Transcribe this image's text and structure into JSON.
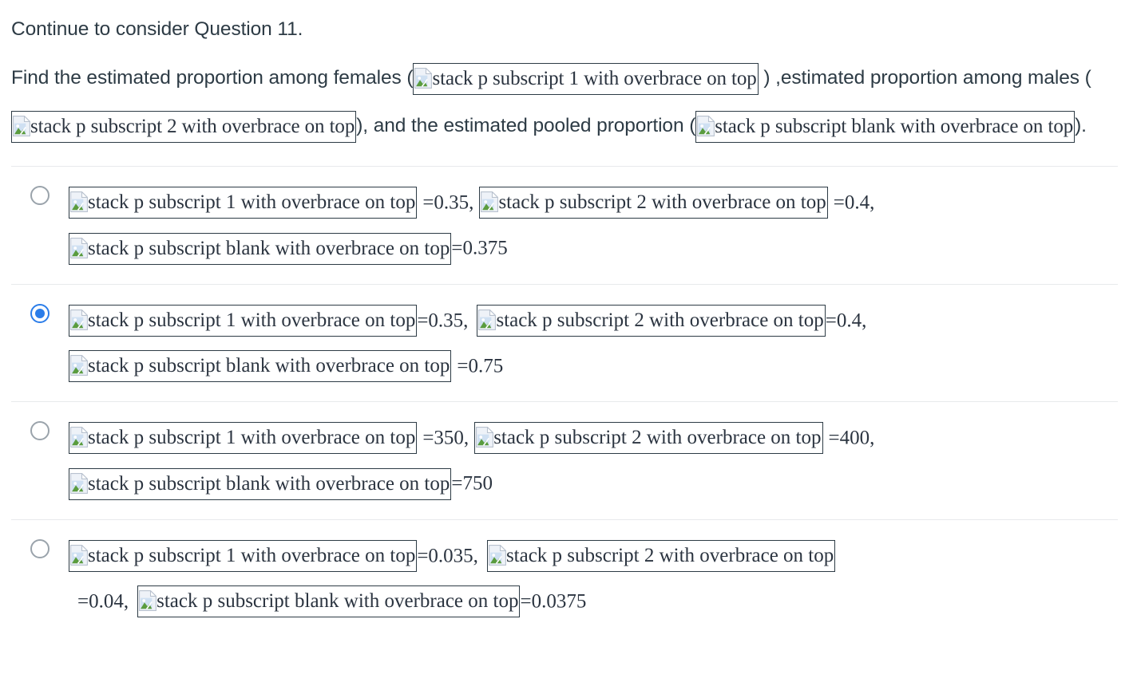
{
  "page": {
    "background": "#ffffff",
    "text_color": "#2d3b45",
    "accent_color": "#2b7de9",
    "divider_color": "#e8eaec",
    "box_border_color": "#2d3b45"
  },
  "stem": {
    "line1": "Continue to consider Question 11.",
    "part1": "Find the estimated proportion among females (",
    "part2": ") ,estimated proportion among males (",
    "part3": "), and the estimated",
    "part4": "pooled proportion (",
    "part5": ")."
  },
  "math": {
    "p1": {
      "alt": "stack p subscript 1 with overbrace on top",
      "icon": "broken-image-icon"
    },
    "p2": {
      "alt": "stack p subscript 2 with overbrace on top",
      "icon": "broken-image-icon"
    },
    "pooled": {
      "alt": "stack p subscript blank with overbrace on top",
      "icon": "broken-image-icon"
    }
  },
  "answers": [
    {
      "id": "option-a",
      "selected": false,
      "p1_alt": "stack p subscript 1 with overbrace on top",
      "p1_value": "=0.35,",
      "p2_alt": "stack p subscript 2 with overbrace on top",
      "p2_value": "=0.4,",
      "pooled_alt": "stack p subscript blank with overbrace on top",
      "pooled_value": "=0.375"
    },
    {
      "id": "option-b",
      "selected": true,
      "p1_alt": "stack p subscript 1 with overbrace on top",
      "p1_value": "=0.35,",
      "p2_alt": "stack p subscript 2 with overbrace on top",
      "p2_value": "=0.4,",
      "pooled_alt": "stack p subscript blank with overbrace on top",
      "pooled_value": "=0.75"
    },
    {
      "id": "option-c",
      "selected": false,
      "p1_alt": "stack p subscript 1 with overbrace on top",
      "p1_value": "=350,",
      "p2_alt": "stack p subscript 2 with overbrace on top",
      "p2_value": "=400,",
      "pooled_alt": "stack p subscript blank with overbrace on top",
      "pooled_value": "=750"
    },
    {
      "id": "option-d",
      "selected": false,
      "p1_alt": "stack p subscript 1 with overbrace on top",
      "p1_value": "=0.035,",
      "p2_alt": "stack p subscript 2 with overbrace on top",
      "p2_value": "=0.04,",
      "pooled_alt": "stack p subscript blank with overbrace on top",
      "pooled_value": "=0.0375"
    }
  ]
}
